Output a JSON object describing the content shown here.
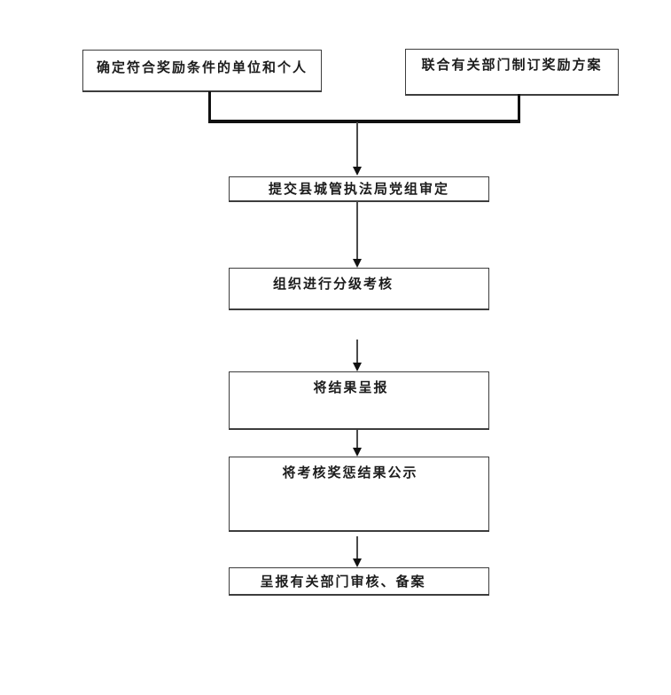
{
  "diagram": {
    "type": "flowchart",
    "nodes": [
      {
        "id": "identify-awardees",
        "label": "确定符合奖励条件的单位和个人"
      },
      {
        "id": "draft-award-plan",
        "label": "联合有关部门制订奖励方案"
      },
      {
        "id": "submit-party-group-review",
        "label": "提交县城管执法局党组审定"
      },
      {
        "id": "graded-assessment",
        "label": "组织进行分级考核"
      },
      {
        "id": "report-results",
        "label": "将结果呈报"
      },
      {
        "id": "publicize-results",
        "label": "将考核奖惩结果公示"
      },
      {
        "id": "report-for-review-filing",
        "label": "呈报有关部门审核、备案"
      }
    ],
    "edges": [
      {
        "from": "identify-awardees",
        "to": "submit-party-group-review"
      },
      {
        "from": "draft-award-plan",
        "to": "submit-party-group-review"
      },
      {
        "from": "submit-party-group-review",
        "to": "graded-assessment"
      },
      {
        "from": "graded-assessment",
        "to": "report-results"
      },
      {
        "from": "report-results",
        "to": "publicize-results"
      },
      {
        "from": "publicize-results",
        "to": "report-for-review-filing"
      }
    ]
  },
  "colors": {
    "background": "#ffffff",
    "text": "#1c1c1c",
    "border": "#3d3d3d",
    "connector": "#111111",
    "line": "#4a4a4a",
    "arrow": "#111111"
  }
}
